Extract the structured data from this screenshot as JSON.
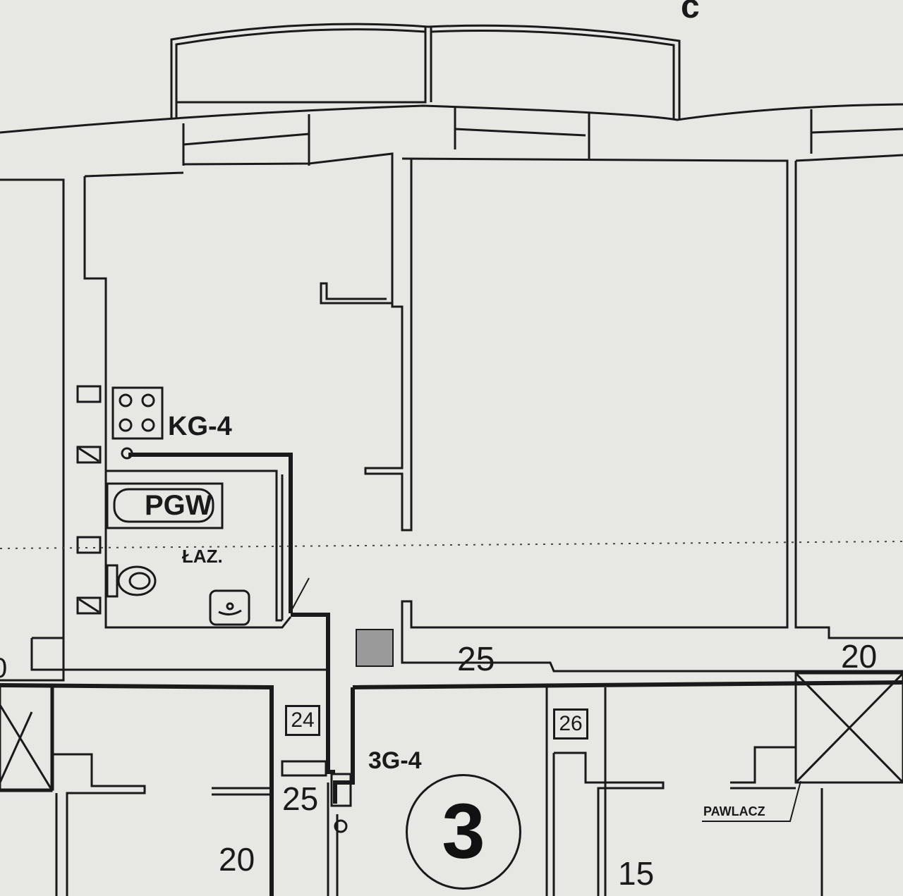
{
  "colors": {
    "paper": "#e7e8e4",
    "ink": "#1a1a1a"
  },
  "labels": {
    "kg4": "KG-4",
    "pgw": "PGW",
    "laz": "ŁAZ.",
    "g3_4": "3G-4",
    "pawlacz": "PAWLACZ",
    "top_letter": "c"
  },
  "dimensions": {
    "d25_corridor": "25",
    "d20_right": "20",
    "d20_left_partial": "0",
    "d25_lower": "25",
    "d20_lower_left": "20",
    "d15": "15"
  },
  "boxed_numbers": {
    "b24": "24",
    "b26": "26"
  },
  "apartment_number": "3",
  "icons": [
    "stove-icon",
    "toilet-icon",
    "sink-icon",
    "bathtub-icon",
    "vent-icon",
    "door-swing-icon"
  ]
}
